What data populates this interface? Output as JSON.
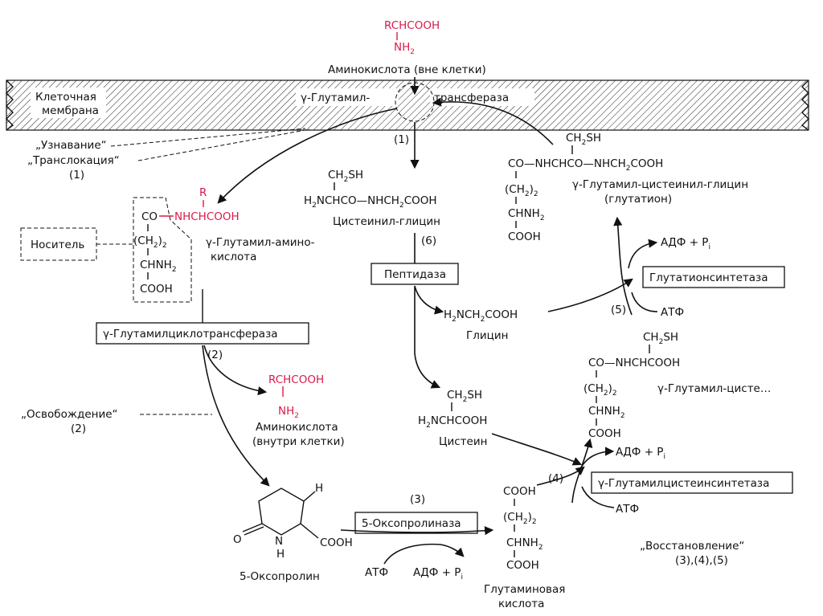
{
  "external_aa": {
    "formula_top": "RCHCOOH",
    "formula_nh2": "NH",
    "label": "Аминокислота (вне клетки)"
  },
  "membrane": {
    "label_line1": "Клеточная",
    "label_line2": "мембрана",
    "enzyme_left": "γ-Глутамил-",
    "enzyme_right": "трансфераза"
  },
  "recognition": {
    "line1": "„Узнавание“",
    "line2": "„Транслокация“",
    "step": "(1)"
  },
  "step1_center": "(1)",
  "carrier_label": "Носитель",
  "glu_aa": {
    "r": "R",
    "co": "CO",
    "nh": "NHCHCOOH",
    "ch2": "(CH",
    "sub2": "2",
    "sub2b": "2",
    "chnh2": "CHNH",
    "cooh": "COOH",
    "label1": "γ-Глутамил-амино-",
    "label2": "кислота"
  },
  "cysgly": {
    "ch2sh": "CH",
    "sh": "SH",
    "chain": "NCHCO—NHCH",
    "h2": "H",
    "cooh": "COOH",
    "label": "Цистеинил-глицин"
  },
  "glutathione": {
    "ch2sh": "CH",
    "sh": "SH",
    "chain": "CO—NHCHCO—NHCH",
    "cooh_end": "COOH",
    "ch2": "(CH",
    "chnh2": "CHNH",
    "cooh": "COOH",
    "label1": "γ-Глутамил-цистеинил-глицин",
    "label2": "(глутатион)"
  },
  "step6": "(6)",
  "peptidase": "Пептидаза",
  "glycine": {
    "formula": "NCH",
    "h2": "H",
    "cooh": "COOH",
    "label": "Глицин"
  },
  "adp_pi": "АДФ + P",
  "pi_sub": "i",
  "gs_enzyme": "Глутатионсинтетаза",
  "step5": "(5)",
  "atf": "АТФ",
  "cyclotransferase": "γ-Глутамилциклотрансфераза",
  "step2": "(2)",
  "internal_aa": {
    "formula_top": "RCHCOOH",
    "formula_nh2": "NH",
    "label1": "Аминокислота",
    "label2": "(внутри клетки)"
  },
  "release": {
    "line1": "„Освобождение“",
    "step": "(2)"
  },
  "glu_cys": {
    "ch2sh": "CH",
    "sh": "SH",
    "chain": "CO—NHCHCOOH",
    "ch2": "(CH",
    "chnh2": "CHNH",
    "cooh": "COOH",
    "label": "γ-Глутамил-цисте…"
  },
  "cysteine": {
    "ch2sh": "CH",
    "sh": "SH",
    "chain": "NCHCOOH",
    "h2": "H",
    "label": "Цистеин"
  },
  "step4": "(4)",
  "gcs_enzyme": "γ-Глутамилцистеинсинтетаза",
  "oxoproline": {
    "h": "H",
    "o": "O",
    "n": "N",
    "nh_h": "H",
    "cooh": "COOH",
    "label": "5-Оксопролин"
  },
  "step3": "(3)",
  "oxoprolinase": "5-Оксопролиназа",
  "glutamic": {
    "cooh_top": "COOH",
    "ch2": "(CH",
    "chnh2": "CHNH",
    "cooh": "COOH",
    "label1": "Глутаминовая",
    "label2": "кислота"
  },
  "restoration": {
    "line1": "„Восстановление“",
    "line2": "(3),(4),(5)"
  }
}
